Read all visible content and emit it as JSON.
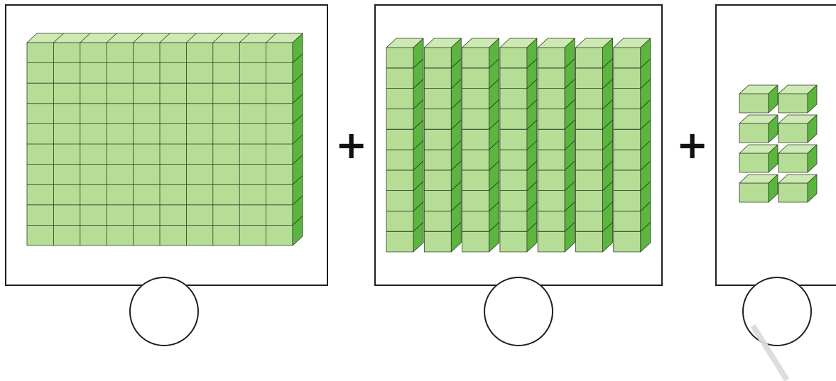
{
  "activity": {
    "blocks": {
      "hundreds_flats": 1,
      "tens_rods": 7,
      "ones_units": 8
    },
    "operator_symbol": "+",
    "answer_circles": [
      "",
      "",
      ""
    ]
  },
  "colors": {
    "cube_front": "#b6dd96",
    "cube_top": "#cdeab2",
    "cube_side": "#5cb53e",
    "cube_edge": "#2b3a23",
    "frame": "#1f1f1f"
  },
  "icons": {
    "plus": "plus-icon"
  }
}
